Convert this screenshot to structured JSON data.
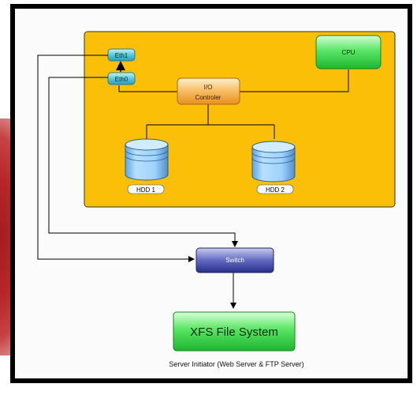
{
  "diagram": {
    "nodes": {
      "eth1": "Eth1",
      "eth0": "Eth0",
      "io_line1": "I/O",
      "io_line2": "Controler",
      "cpu": "CPU",
      "hdd1": "HDD 1",
      "hdd2": "HDD 2",
      "switch": "Switch",
      "xfs": "XFS File System"
    },
    "caption": "Server Initiator (Web Server & FTP Server)",
    "colors": {
      "server_box": "#fbbf07",
      "eth_box": "#52c6d8",
      "io_box": "#f0a63b",
      "cpu_box": "#3cdc4a",
      "hdd": "#8fc8f5",
      "switch_box": "#3d47a0",
      "xfs_box": "#37d84a"
    }
  }
}
